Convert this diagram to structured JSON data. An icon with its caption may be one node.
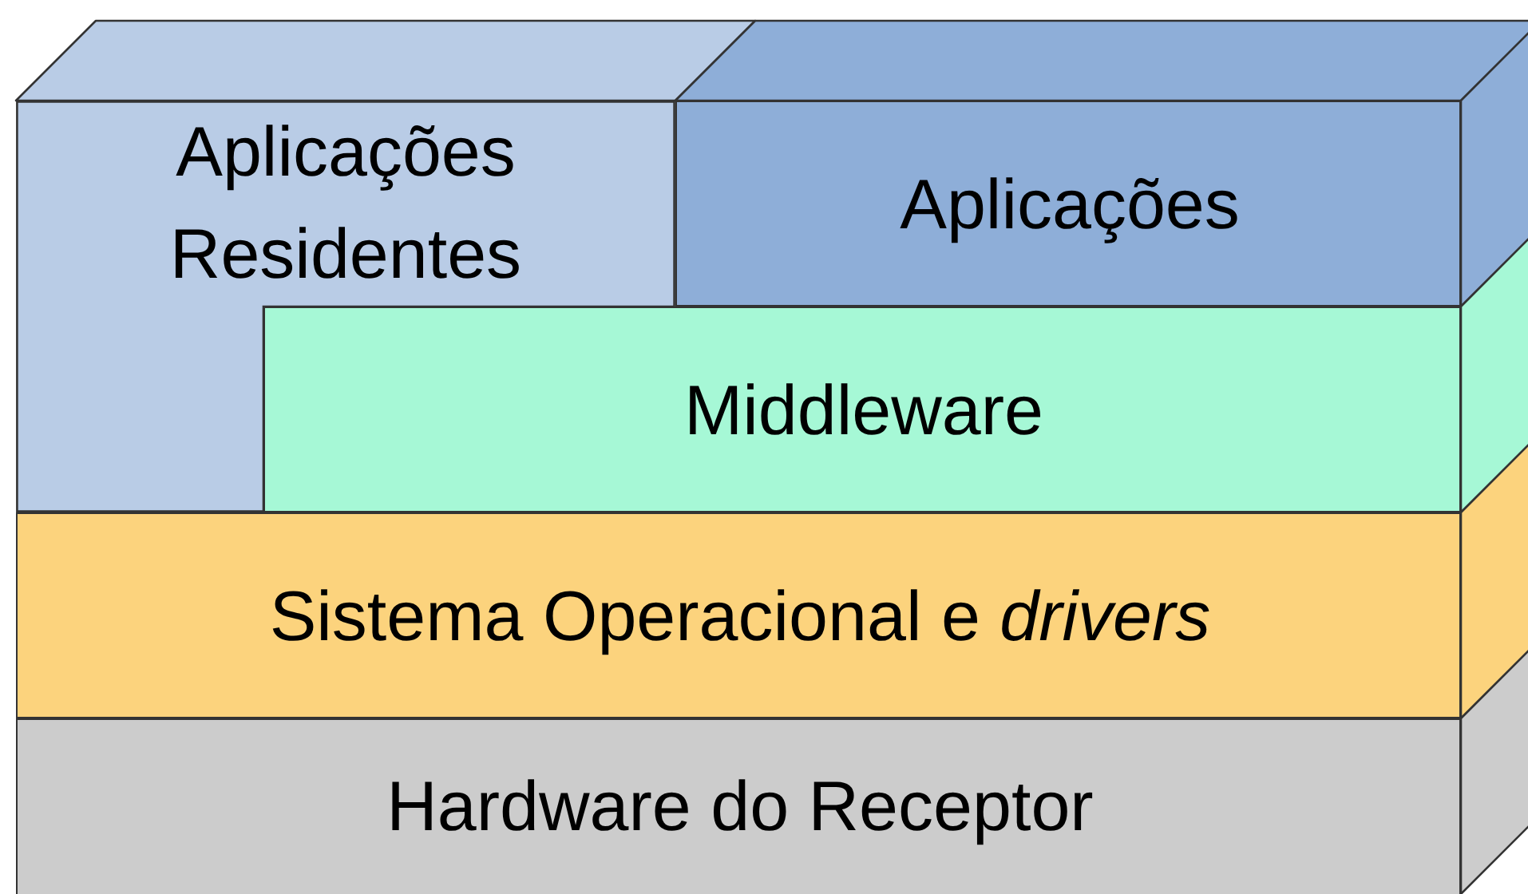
{
  "diagram": {
    "nodes": [
      {
        "text": [
          "Aplicações Residentes"
        ]
      },
      {
        "text": [
          "Aplicações"
        ]
      },
      {
        "text": [
          "Middleware"
        ]
      },
      {
        "text": [
          "Sistema Operacional e *drivers*"
        ]
      },
      {
        "text": [
          "Hardware do Receptor"
        ]
      }
    ]
  }
}
